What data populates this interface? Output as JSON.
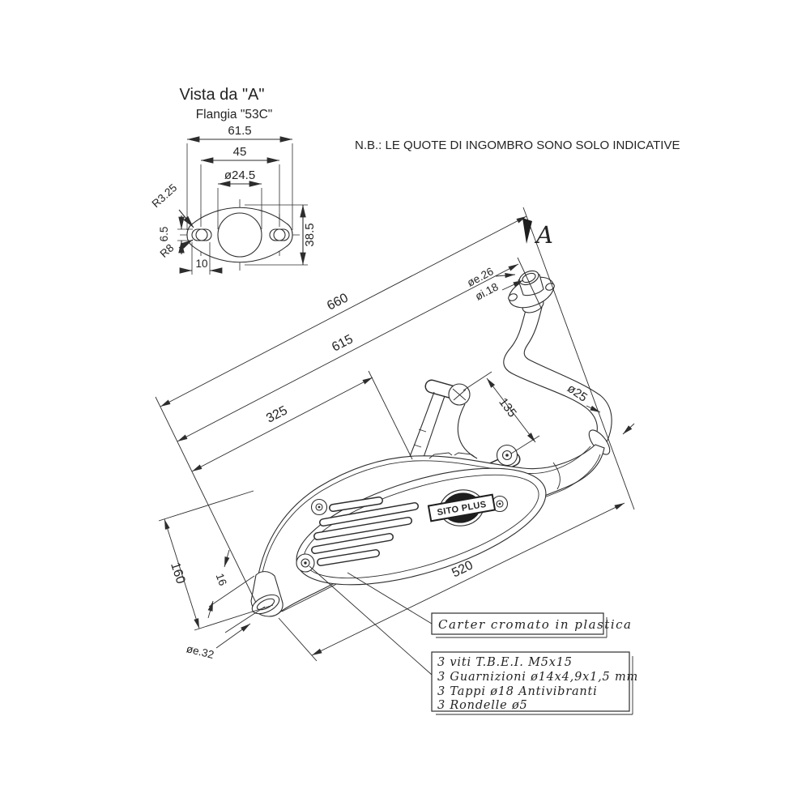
{
  "note": "N.B.: LE QUOTE DI INGOMBRO SONO SOLO INDICATIVE",
  "flange_view": {
    "title": "Vista da \"A\"",
    "subtitle": "Flangia \"53C\"",
    "dims": {
      "total_width": "61.5",
      "hole_spacing": "45",
      "bore": "ø24.5",
      "height": "38.5",
      "slot_height": "6.5",
      "slot_width": "10",
      "radius_small": "R3.25",
      "radius_large": "R8"
    }
  },
  "view_arrow_label": "A",
  "main_view": {
    "logo": "SITO PLUS",
    "dims": {
      "total_length": "660",
      "length_mid": "615",
      "length_bracket": "325",
      "bracket_holes": "135",
      "pipe_diameter": "ø25",
      "inlet_outer": "øe.26",
      "inlet_inner": "øi.18",
      "body_length": "520",
      "outlet_drop": "160",
      "outlet_offset": "16",
      "outlet_diameter": "øe.32"
    }
  },
  "callouts": {
    "cover": "Carter cromato in plastica",
    "parts": [
      "3 viti T.B.E.I. M5x15",
      "3 Guarnizioni ø14x4,9x1,5 mm",
      "3 Tappi ø18 Antivibranti",
      "3 Rondelle ø5"
    ]
  },
  "colors": {
    "line": "#2d2d2d",
    "background": "#ffffff"
  }
}
